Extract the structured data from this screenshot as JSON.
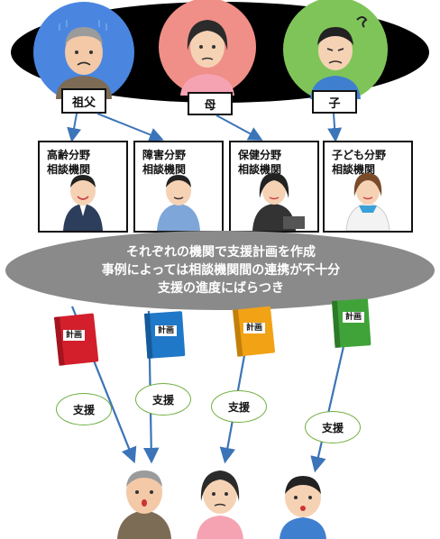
{
  "family": {
    "grandfather_label": "祖父",
    "mother_label": "母",
    "child_label": "子"
  },
  "agencies": [
    {
      "name": "高齢分野\n相談機関"
    },
    {
      "name": "障害分野\n相談機関"
    },
    {
      "name": "保健分野\n相談機関"
    },
    {
      "name": "子ども分野\n相談機関"
    }
  ],
  "summary": {
    "line1": "それぞれの機関で支援計画を作成",
    "line2": "事例によっては相談機関間の連携が不十分",
    "line3": "支援の進度にばらつき"
  },
  "plans": [
    {
      "label": "計画",
      "color": "#d21f2b"
    },
    {
      "label": "計画",
      "color": "#1f78c8"
    },
    {
      "label": "計画",
      "color": "#f2a215"
    },
    {
      "label": "計画",
      "color": "#3fa33a"
    }
  ],
  "support_labels": [
    "支援",
    "支援",
    "支援",
    "支援"
  ],
  "colors": {
    "grandfather_circle": "#4a86e0",
    "mother_circle": "#ef8f88",
    "child_circle": "#7fc458",
    "connector": "#3b74b8",
    "summary_ellipse": "#8a8a8a"
  }
}
